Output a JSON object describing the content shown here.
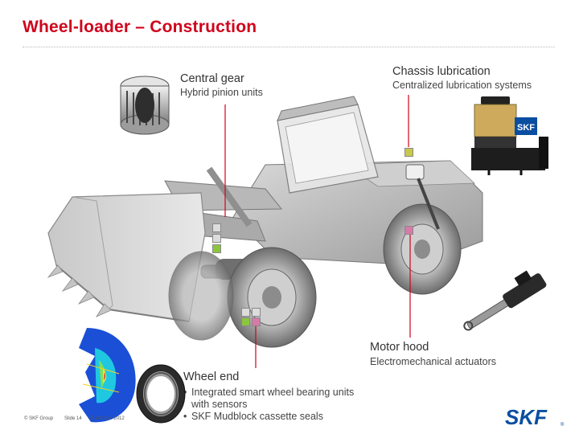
{
  "slide": {
    "title": "Wheel-loader – Construction"
  },
  "callouts": {
    "central_gear": {
      "title": "Central gear",
      "subtitle": "Hybrid pinion units"
    },
    "chassis_lubrication": {
      "title": "Chassis lubrication",
      "subtitle": "Centralized lubrication systems"
    },
    "motor_hood": {
      "title": "Motor hood",
      "subtitle": "Electromechanical actuators"
    },
    "wheel_end": {
      "title": "Wheel end",
      "bullets": [
        "Integrated smart wheel bearing units with sensors",
        "SKF Mudblock cassette seals"
      ]
    }
  },
  "footer": {
    "copyright": "© SKF Group",
    "slide_number": "Slide 14",
    "date": "15 October 2012"
  },
  "logo": {
    "text": "SKF"
  },
  "colors": {
    "title_red": "#d0021b",
    "leader_red": "#d0021b",
    "skf_blue": "#0a4ea2",
    "swatch_green": "#8cc63f",
    "swatch_yellow": "#c8c84b",
    "swatch_pink": "#d77aa8",
    "swatch_grey": "#dcdcdc"
  },
  "icons": {
    "hybrid_pinion_unit": "bearing-icon",
    "lubrication_pump": "lubrication-pump-icon",
    "actuator": "linear-actuator-icon",
    "wheel_bearing_sim": "fea-simulation-icon",
    "cassette_seal": "seal-ring-icon",
    "wheel_loader": "wheel-loader-illustration"
  }
}
